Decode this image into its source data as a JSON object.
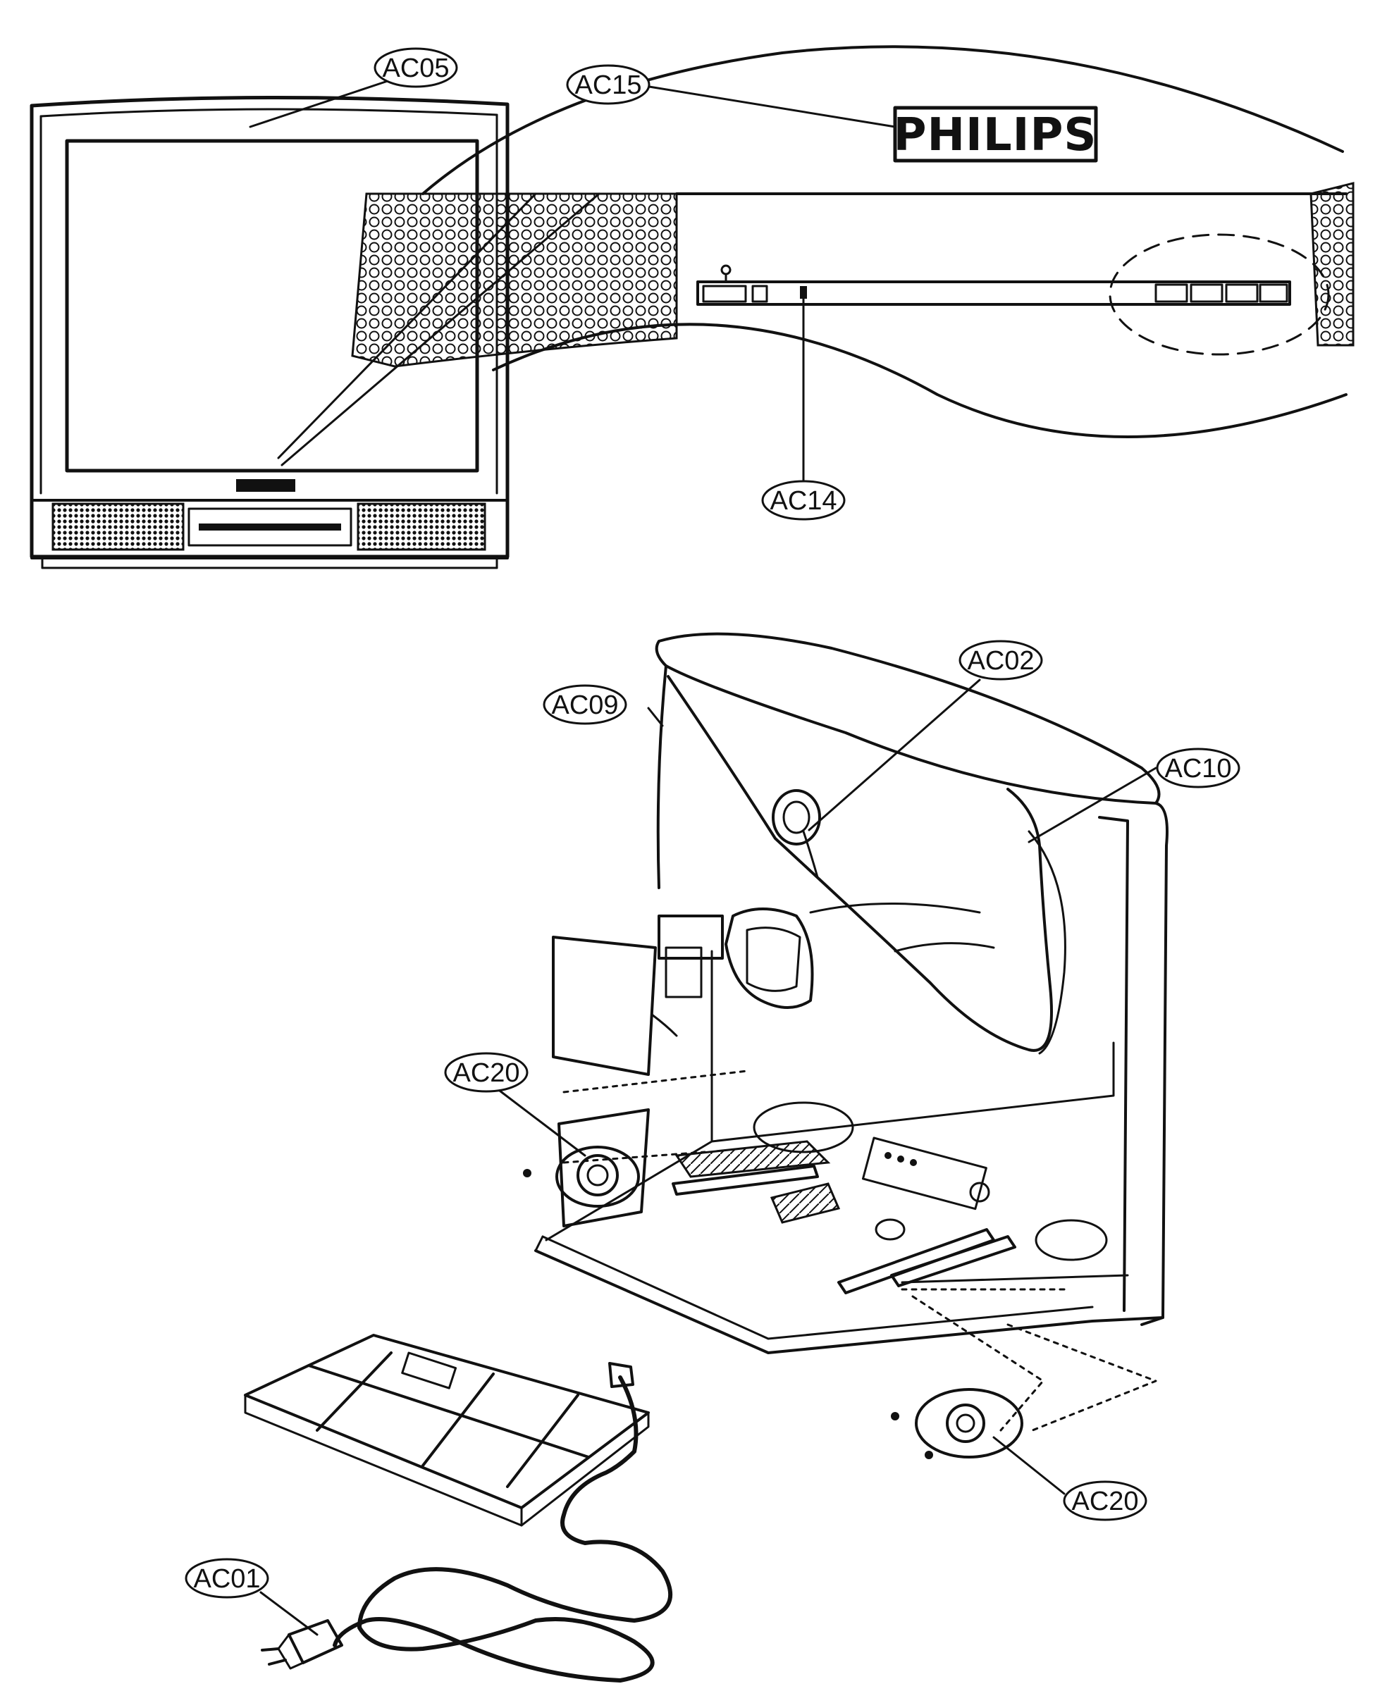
{
  "brand": {
    "logo_text": "PHILIPS"
  },
  "callouts": [
    {
      "id": "AC05"
    },
    {
      "id": "AC15"
    },
    {
      "id": "AC14"
    },
    {
      "id": "AC02"
    },
    {
      "id": "AC09"
    },
    {
      "id": "AC10"
    },
    {
      "id": "AC20"
    },
    {
      "id": "AC20"
    },
    {
      "id": "AC01"
    }
  ],
  "colors": {
    "ink": "#111111",
    "paper": "#ffffff"
  }
}
